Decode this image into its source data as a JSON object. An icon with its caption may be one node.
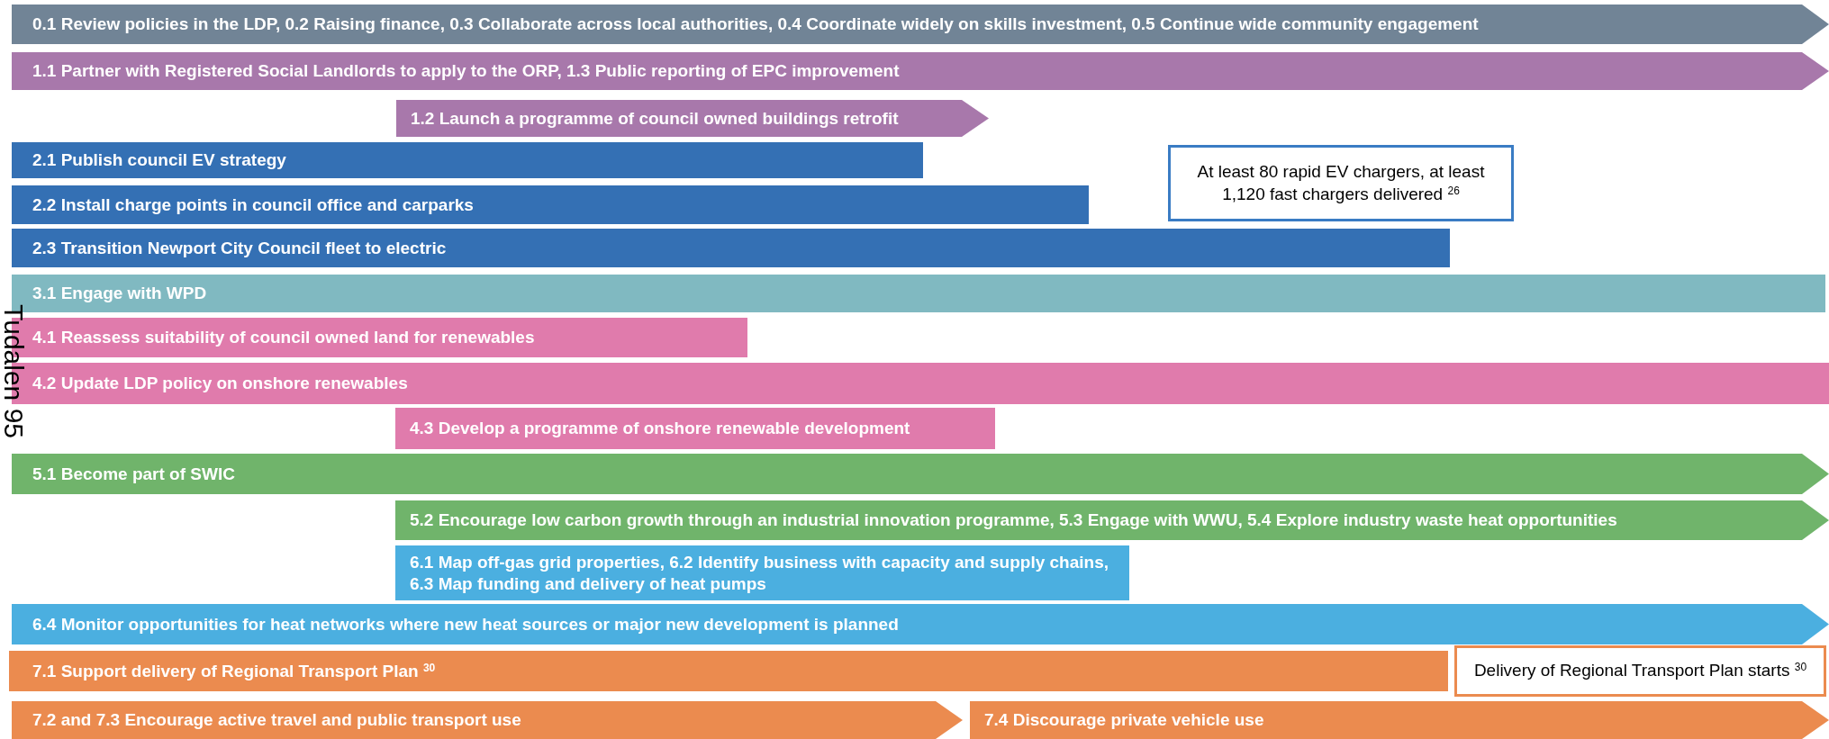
{
  "diagram": {
    "nodes": [
      {
        "text": [
          "0.1 Review policies in the LDP, 0.2 Raising finance, 0.3 Collaborate across local authorities, 0.4 Coordinate widely on skills investment, 0.5 Continue wide community engagement"
        ]
      },
      {
        "text": [
          "1.1 Partner with Registered Social Landlords to apply to the ORP, 1.3 Public reporting of EPC improvement"
        ]
      },
      {
        "text": [
          "1.2 Launch a programme of council owned buildings retrofit"
        ]
      },
      {
        "text": [
          "2.1 Publish council EV strategy"
        ]
      },
      {
        "text": [
          "At least 80 rapid EV chargers, at least 1,120 fast chargers delivered $^{26}$"
        ]
      },
      {
        "text": [
          "2.2 Install charge points in council office and carparks"
        ]
      },
      {
        "text": [
          "2.3 Transition Newport City Council fleet to electric"
        ]
      },
      {
        "text": [
          "3.1 Engage with WPD"
        ]
      },
      {
        "text": [
          "4.1 Reassess suitability of council owned land for renewables"
        ]
      },
      {
        "text": [
          "4.2 Update LDP policy on onshore renewables"
        ]
      },
      {
        "text": [
          "4.3 Develop a programme of onshore renewable development"
        ]
      },
      {
        "text": [
          "5.1 Become part of SWIC"
        ]
      },
      {
        "text": [
          "5.2 Encourage low carbon growth through an industrial innovation programme, 5.3 Engage with WWU, 5.4 Explore industry waste heat opportunities"
        ]
      },
      {
        "text": [
          "6.1 Map off-gas grid properties, 6.2 Identify business with capacity and supply chains, 6.3 Map funding and delivery of heat pumps"
        ]
      },
      {
        "text": [
          "6.4 Monitor opportunities for heat networks where new heat sources or major new development is planned"
        ]
      },
      {
        "text": [
          "7.1 Support delivery of Regional Transport Plan $^{30}$"
        ]
      },
      {
        "text": [
          "Delivery of Regional Transport Plan starts $^{30}$"
        ]
      },
      {
        "text": [
          "7.2 and 7.3 Encourage active travel and public transport use"
        ]
      },
      {
        "text": [
          "7.4 Discourage private vehicle use"
        ]
      }
    ],
    "labels": [
      "Tudalen 95"
    ]
  }
}
